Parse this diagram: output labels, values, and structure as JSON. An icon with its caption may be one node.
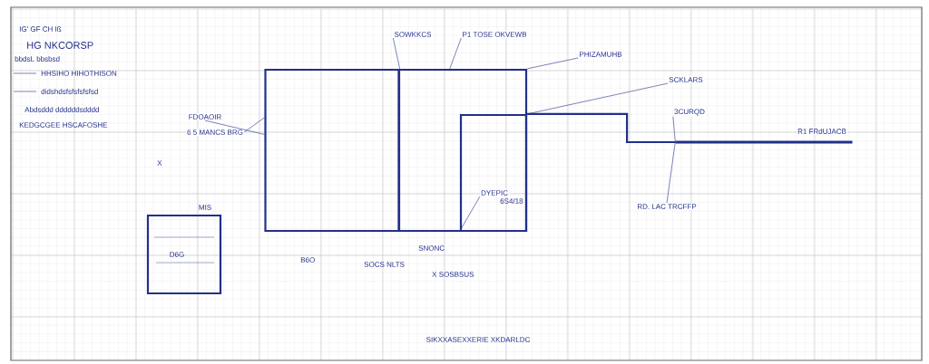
{
  "diagram": {
    "caption": "SIKXXASEXXERIE XKDARLDC",
    "nodes": [
      {
        "text": [
          "SOWKKCS"
        ]
      },
      {
        "text": [
          "P1 TOSE OKVEWB"
        ]
      },
      {
        "text": [
          "PHIZAMUHB"
        ]
      },
      {
        "text": [
          "SCKLARS"
        ]
      },
      {
        "text": [
          "3CURQD"
        ]
      },
      {
        "text": [
          "R1 FRdUJACB"
        ]
      },
      {
        "text": [
          "RD. LAC TRCFFP"
        ]
      },
      {
        "text": [
          "DYEPIC"
        ],
        "in": 12
      },
      {
        "text": [
          "FDOAOIR"
        ]
      },
      {
        "text": [
          "6 5 MANCS BRG"
        ]
      },
      {
        "text": [],
        "shape": "box"
      },
      {
        "text": [],
        "shape": "box"
      },
      {
        "text": [],
        "shape": "box",
        "in": 11
      },
      {
        "text": [
          "MIS",
          "D6G"
        ]
      },
      {
        "text": [],
        "shape": "bar"
      }
    ],
    "edges": [
      {
        "from": 0,
        "to": 10,
        "arrow": "none"
      },
      {
        "from": 1,
        "to": 11,
        "arrow": "none"
      },
      {
        "from": 2,
        "to": 11,
        "arrow": "none"
      },
      {
        "from": 3,
        "to": 12,
        "arrow": "none"
      },
      {
        "from": 4,
        "to": 14,
        "arrow": "none"
      },
      {
        "from": 6,
        "to": 14,
        "arrow": "none"
      },
      {
        "from": 7,
        "to": 12,
        "arrow": "none"
      },
      {
        "from": 8,
        "to": 10,
        "arrow": "none"
      },
      {
        "from": 9,
        "to": 10,
        "arrow": "none"
      },
      {
        "from": 12,
        "to": 14,
        "arrow": "none",
        "style": "thick"
      }
    ],
    "labels": [
      "IG' GF CH Iß",
      "HG NKCORSP",
      "bbdsL bbsbsd",
      "KEDGCGEE HSCAFOSHE",
      "X",
      "SOCS NLTS",
      "B6O",
      "SNONC",
      "X SOSBSUS",
      "6S4/18"
    ],
    "legend": [
      {
        "text": "HHSIHO HIHOTHISON"
      },
      {
        "text": "didshdsfsfsfsfsfsd"
      },
      {
        "text": "Abdsddd ddddddsdddd"
      }
    ]
  }
}
